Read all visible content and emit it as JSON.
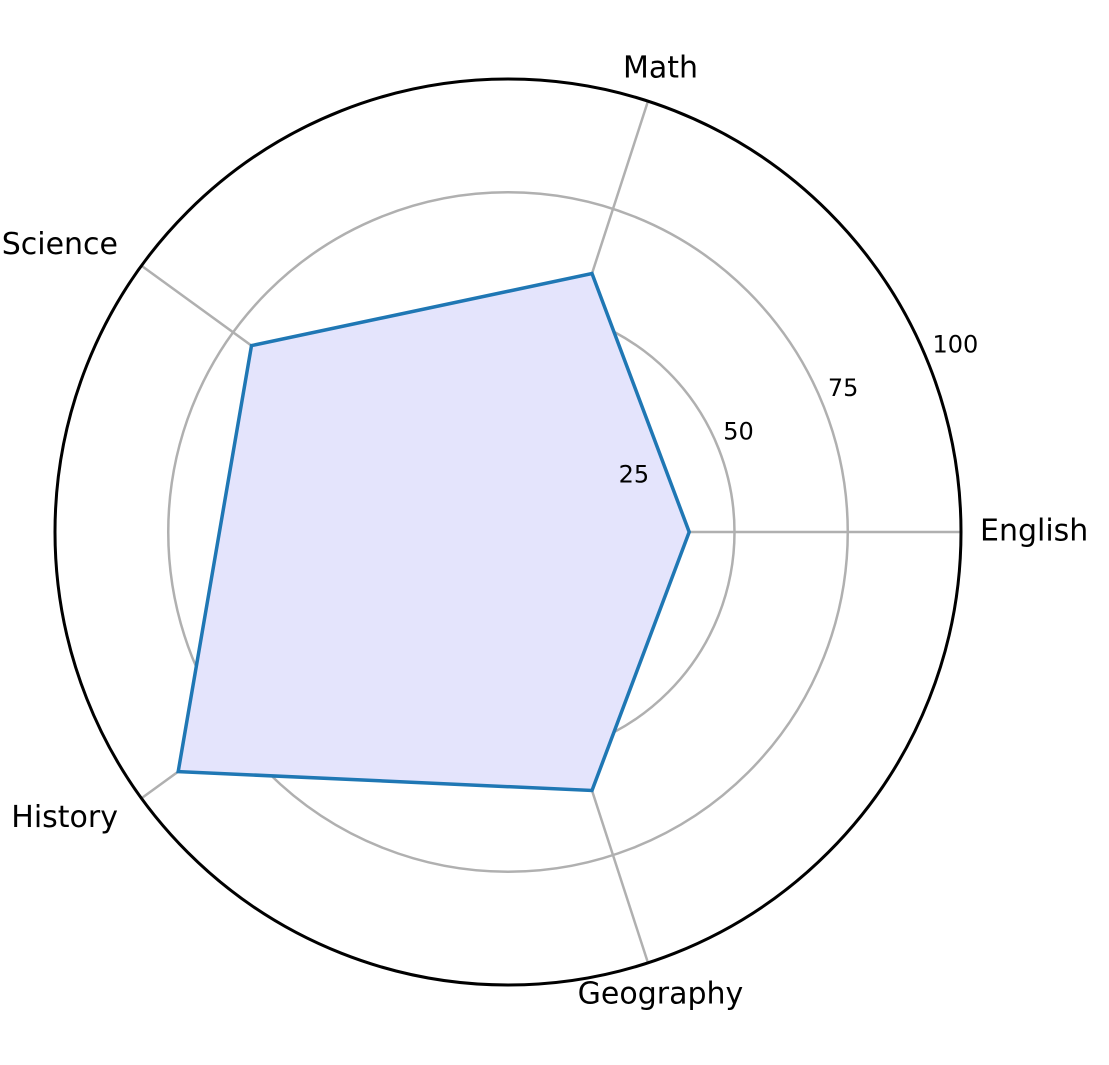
{
  "chart_data": {
    "type": "radar",
    "categories": [
      "English",
      "Math",
      "Science",
      "History",
      "Geography"
    ],
    "series": [
      {
        "values": [
          40,
          60,
          70,
          90,
          60
        ]
      }
    ],
    "rlim": [
      0,
      100
    ],
    "rticks": [
      25,
      50,
      75,
      100
    ],
    "rtick_labels": [
      "25",
      "50",
      "75",
      "100"
    ],
    "grid": true,
    "colors": {
      "line": "#1f77b4",
      "fill": "#e4e4fc",
      "grid": "#b0b0b0",
      "spine": "#000000"
    }
  }
}
